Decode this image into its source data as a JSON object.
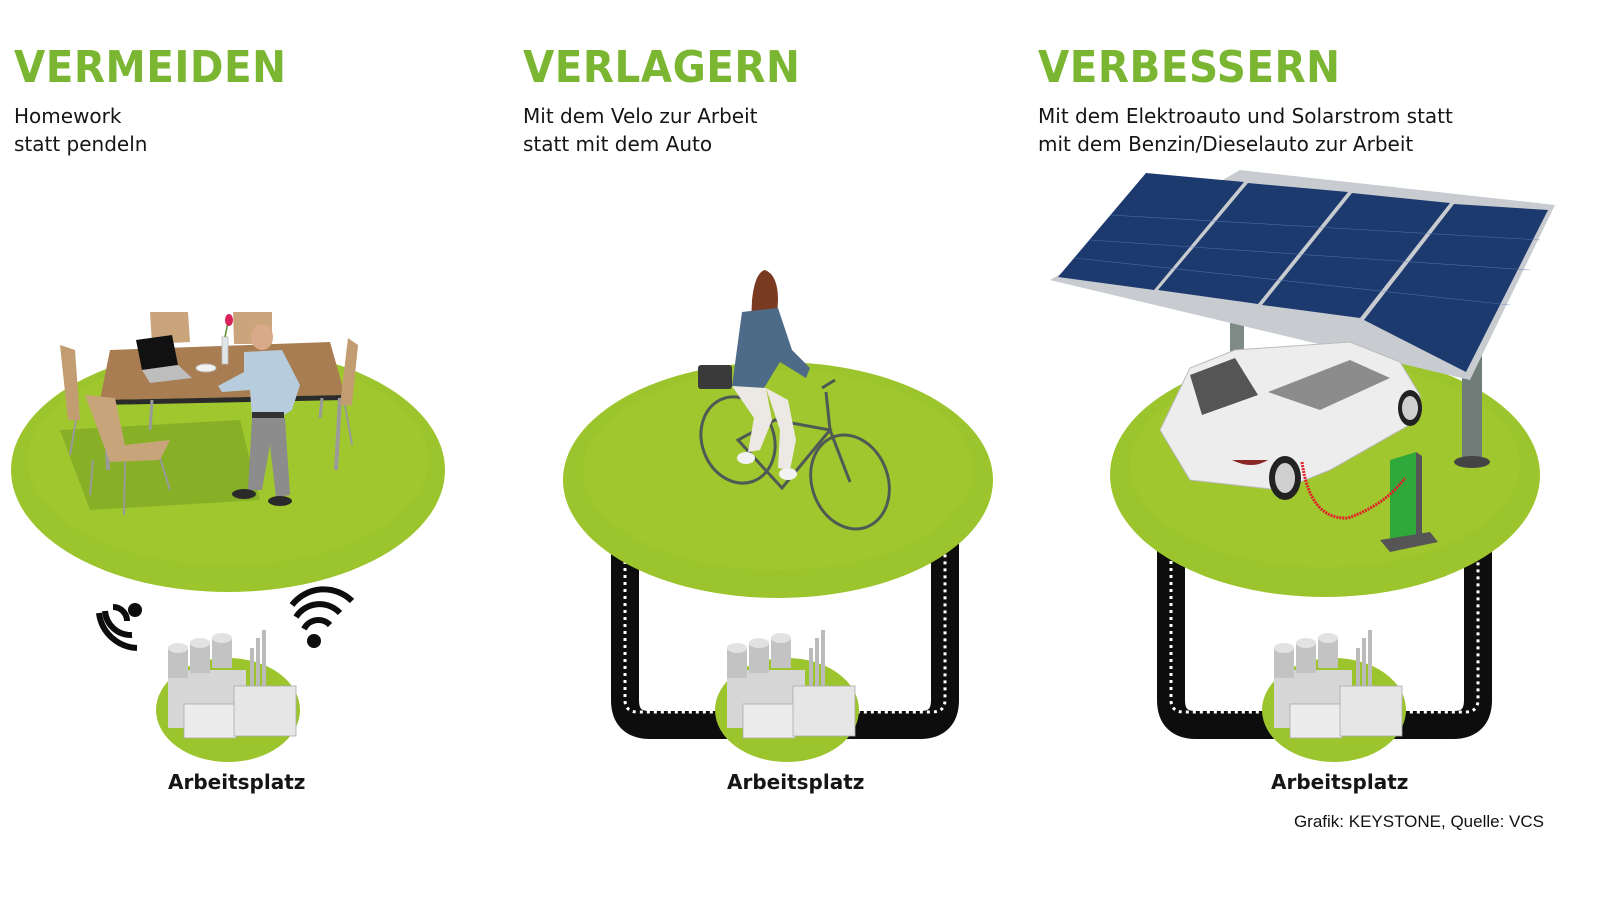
{
  "colors": {
    "accent_green": "#7ab632",
    "disc_green": "#9cc42c",
    "road_black": "#0d0d0d",
    "road_dash": "#ffffff",
    "text": "#151515"
  },
  "columns": [
    {
      "id": "vermeiden",
      "heading": "VERMEIDEN",
      "subtitle_lines": [
        "Homework",
        "statt pendeln"
      ],
      "scene": "home-office-table-with-man",
      "connection": "wifi-icons",
      "destination_label": "Arbeitsplatz"
    },
    {
      "id": "verlagern",
      "heading": "VERLAGERN",
      "subtitle_lines": [
        "Mit dem Velo zur Arbeit",
        "statt mit dem Auto"
      ],
      "scene": "woman-riding-bicycle",
      "connection": "road-loop",
      "destination_label": "Arbeitsplatz"
    },
    {
      "id": "verbessern",
      "heading": "VERBESSERN",
      "subtitle_lines": [
        "Mit dem Elektroauto und Solarstrom statt",
        "mit dem Benzin/Dieselauto zur Arbeit"
      ],
      "scene": "electric-car-under-solar-carport",
      "connection": "road-loop",
      "destination_label": "Arbeitsplatz"
    }
  ],
  "credit": "Grafik: KEYSTONE, Quelle: VCS"
}
